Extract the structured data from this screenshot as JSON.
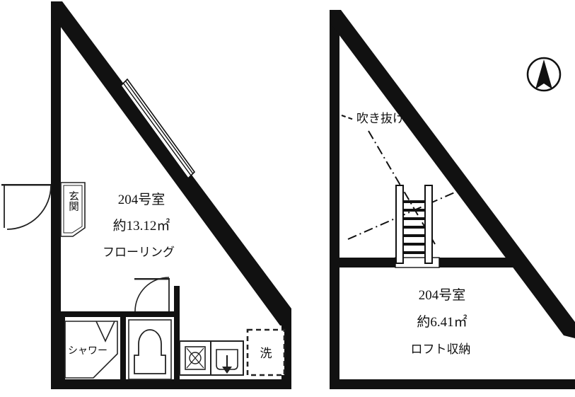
{
  "document": {
    "type": "floor-plan",
    "background_color": "#ffffff",
    "wall_color": "#111111",
    "line_color": "#222222"
  },
  "plans": [
    {
      "id": "main-floor",
      "room_number": "204号室",
      "area": "約13.12㎡",
      "flooring": "フローリング",
      "entrance_label": "玄関",
      "shower_label": "シャワー",
      "washer_label": "洗",
      "fixtures": [
        "entrance-door",
        "shower-unit",
        "toilet",
        "stove-burner",
        "kitchen-sink",
        "washing-machine-space",
        "sliding-window"
      ]
    },
    {
      "id": "loft-floor",
      "room_number": "204号室",
      "area": "約6.41㎡",
      "usage": "ロフト収納",
      "void_label": "吹き抜け",
      "fixtures": [
        "ladder",
        "void-marker",
        "compass"
      ]
    }
  ],
  "compass": {
    "name": "north-arrow",
    "direction": "north"
  }
}
